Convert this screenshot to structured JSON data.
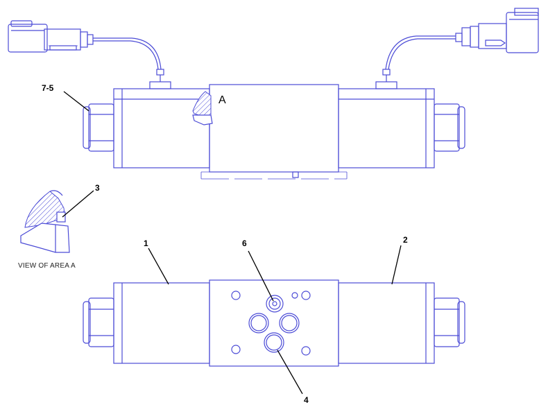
{
  "diagram": {
    "callouts": {
      "c75": "7-5",
      "c3": "3",
      "c1": "1",
      "c2": "2",
      "c6": "6",
      "c4": "4"
    },
    "area_letter": "A",
    "view_label": "VIEW OF AREA A"
  },
  "colors": {
    "line": "#4b4bd6",
    "leader": "#000000",
    "hatch": "#b0792a"
  }
}
